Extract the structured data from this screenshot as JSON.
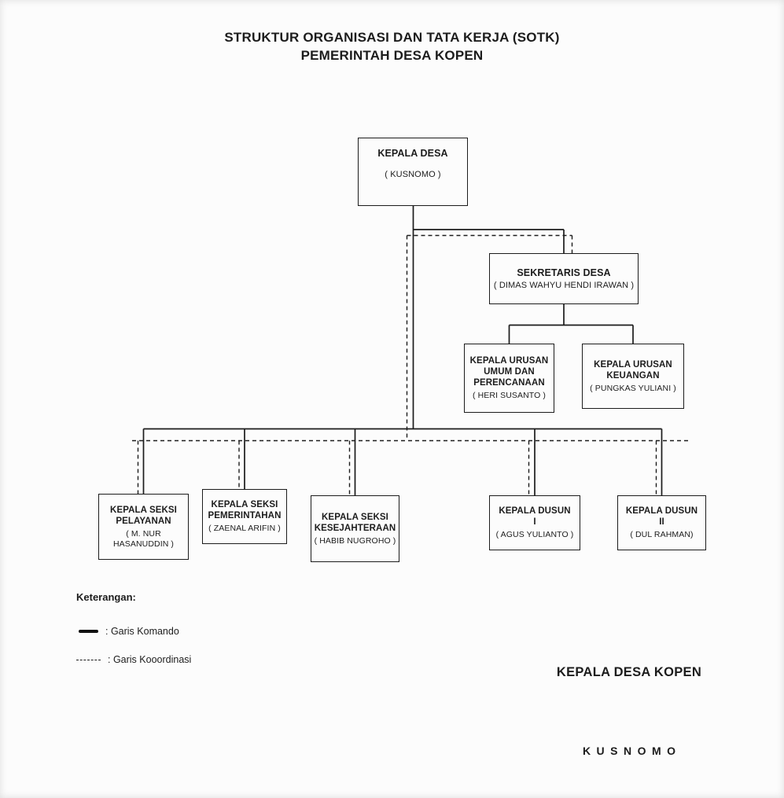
{
  "title": {
    "line1": "STRUKTUR ORGANISASI DAN TATA KERJA (SOTK)",
    "line2": "PEMERINTAH DESA KOPEN"
  },
  "nodes": {
    "kepala_desa": {
      "title": "KEPALA DESA",
      "name": "( KUSNOMO )"
    },
    "sekretaris": {
      "title": "SEKRETARIS DESA",
      "name": "( DIMAS WAHYU HENDI IRAWAN )"
    },
    "kaur_umum": {
      "title": "KEPALA URUSAN\nUMUM DAN\nPERENCANAAN",
      "name": "( HERI SUSANTO )"
    },
    "kaur_keuangan": {
      "title": "KEPALA URUSAN\nKEUANGAN",
      "name": "( PUNGKAS YULIANI )"
    },
    "seksi_pelayanan": {
      "title": "KEPALA SEKSI\nPELAYANAN",
      "name": "( M. NUR\nHASANUDDIN )"
    },
    "seksi_pemerintahan": {
      "title": "KEPALA SEKSI\nPEMERINTAHAN",
      "name": "( ZAENAL ARIFIN )"
    },
    "seksi_kesejahteraan": {
      "title": "KEPALA SEKSI\nKESEJAHTERAAN",
      "name": "( HABIB NUGROHO )"
    },
    "dusun_1": {
      "title": "KEPALA DUSUN\nI",
      "name": "( AGUS YULIANTO )"
    },
    "dusun_2": {
      "title": "KEPALA DUSUN\nII",
      "name": "( DUL RAHMAN)"
    }
  },
  "legend": {
    "heading": "Keterangan:",
    "komando_label": ": Garis Komando",
    "koordinasi_label": ": Garis Kooordinasi"
  },
  "signature": {
    "title": "KEPALA DESA KOPEN",
    "name": "KUSNOMO"
  },
  "colors": {
    "line": "#1c1c1c",
    "background": "#fcfcfc"
  }
}
